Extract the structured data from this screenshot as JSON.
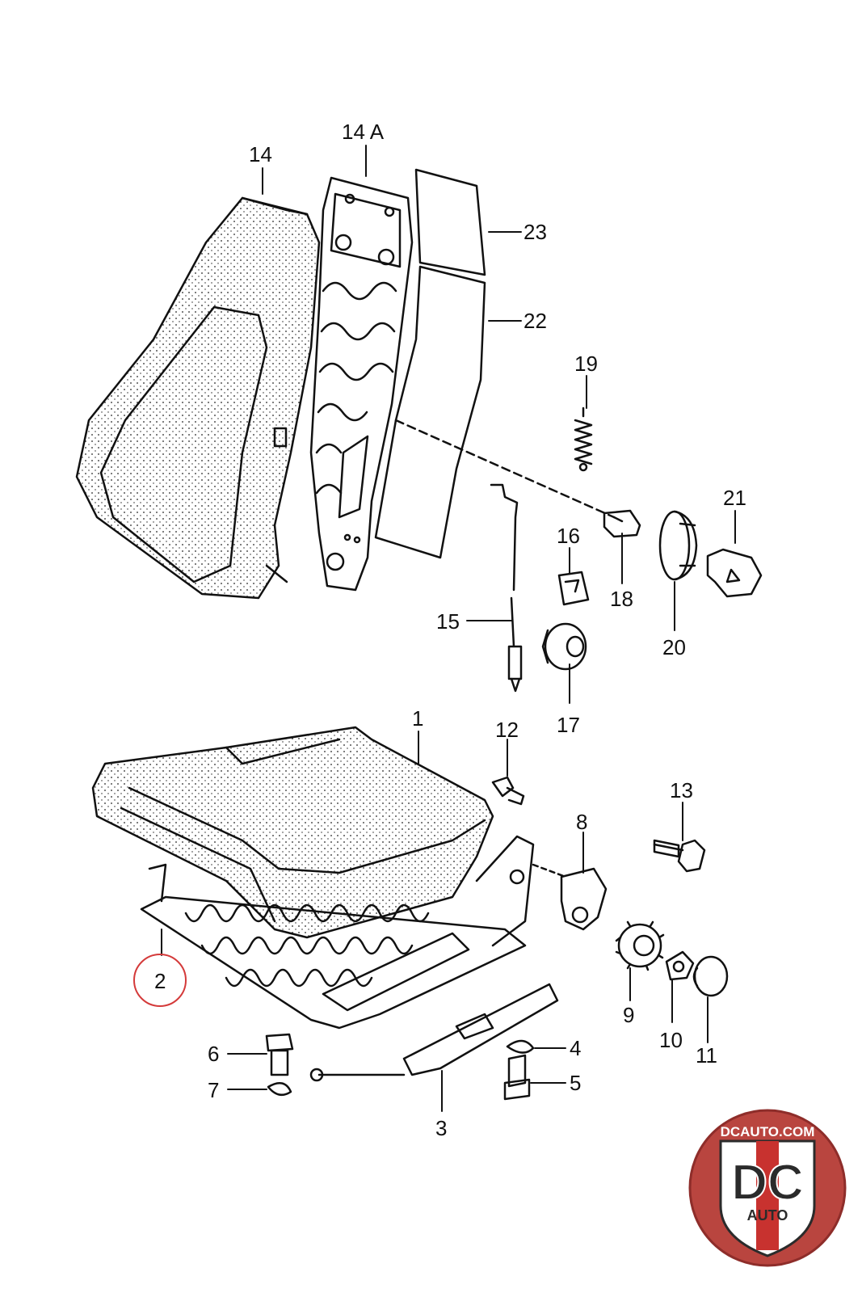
{
  "callouts": {
    "p14": "14",
    "p14a": "14 A",
    "p23": "23",
    "p22": "22",
    "p19": "19",
    "p21": "21",
    "p16": "16",
    "p18": "18",
    "p20": "20",
    "p15": "15",
    "p17": "17",
    "p1": "1",
    "p12": "12",
    "p13": "13",
    "p8": "8",
    "p2": "2",
    "p9": "9",
    "p10": "10",
    "p11": "11",
    "p6": "6",
    "p4": "4",
    "p7": "7",
    "p5": "5",
    "p3": "3"
  },
  "highlighted_callout": "2",
  "highlight_color": "#d43a3a",
  "watermark": {
    "site": "DCAUTO.COM",
    "brand": "DC",
    "sub": "AUTO",
    "color_red": "#c8322f",
    "color_dark": "#2b2b2b"
  }
}
